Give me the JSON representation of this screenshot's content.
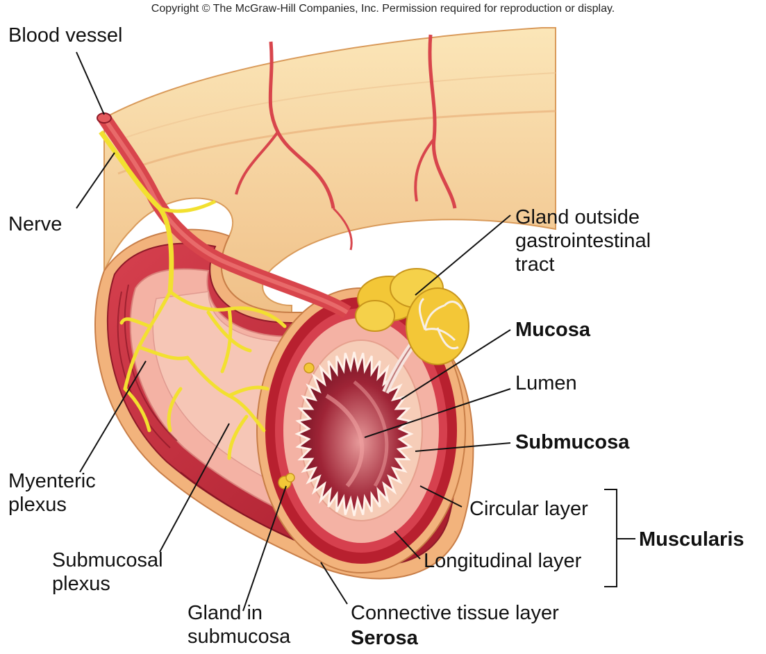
{
  "copyright": "Copyright © The McGraw-Hill Companies, Inc. Permission required for reproduction or display.",
  "labels": {
    "blood_vessel": "Blood vessel",
    "nerve": "Nerve",
    "gland_outside": "Gland outside\ngastrointestinal\ntract",
    "mucosa": "Mucosa",
    "lumen": "Lumen",
    "submucosa": "Submucosa",
    "circular_layer": "Circular layer",
    "longitudinal_layer": "Longitudinal layer",
    "muscularis": "Muscularis",
    "myenteric_plexus": "Myenteric\nplexus",
    "submucosal_plexus": "Submucosal\nplexus",
    "gland_in_submucosa": "Gland in\nsubmucosa",
    "connective_tissue": "Connective tissue layer",
    "serosa": "Serosa"
  },
  "colors": {
    "outer_tube": "#f6d9a0",
    "serosa": "#f2b37c",
    "muscle": "#c8283a",
    "muscle_dark": "#9e1a2a",
    "submucosa": "#f4b2a4",
    "mucosa": "#e38a86",
    "lumen": "#7b1828",
    "nerve": "#f2e030",
    "gland": "#f3c737",
    "vessel": "#d8454c"
  }
}
